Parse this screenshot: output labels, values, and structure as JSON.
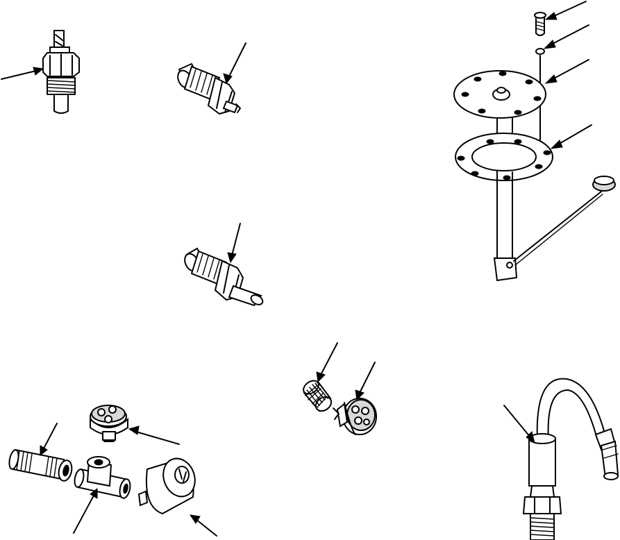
{
  "illustration": {
    "background": "#ffffff",
    "ink": "#000000",
    "parts": [
      {
        "id": "temperature-sender-blade",
        "icon": "sensor-icon"
      },
      {
        "id": "temperature-sender-angled-upper",
        "icon": "sensor-icon"
      },
      {
        "id": "temperature-sender-angled-lower",
        "icon": "sensor-icon"
      },
      {
        "id": "fuel-level-sender",
        "icon": "float-sender-icon"
      },
      {
        "id": "oil-pressure-sender",
        "icon": "pressure-switch-icon"
      },
      {
        "id": "pipe-nipple",
        "icon": "nipple-icon"
      },
      {
        "id": "tee-fitting",
        "icon": "tee-icon"
      },
      {
        "id": "pressure-sender-canister",
        "icon": "canister-icon"
      },
      {
        "id": "filter-screen",
        "icon": "screen-icon"
      },
      {
        "id": "pressure-switch-terminals",
        "icon": "pressure-switch-icon"
      },
      {
        "id": "speed-sensor-cable",
        "icon": "cable-sensor-icon"
      }
    ]
  }
}
